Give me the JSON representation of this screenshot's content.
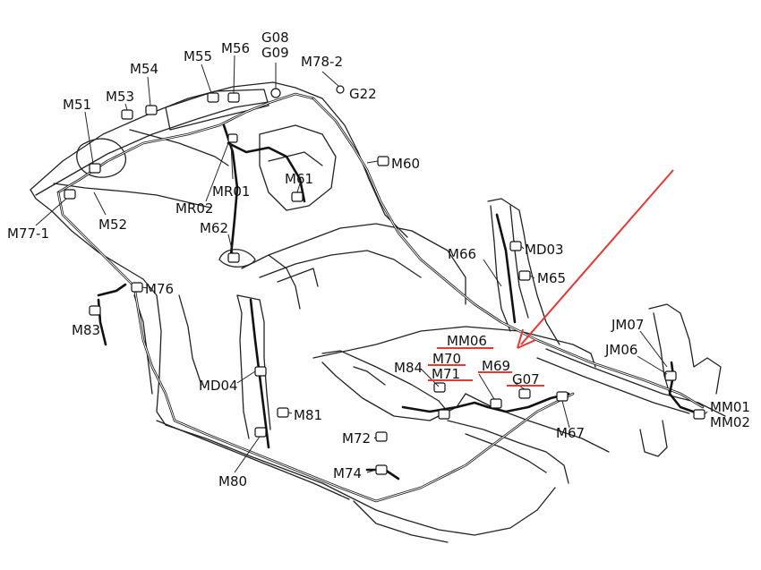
{
  "diagram": {
    "labels": {
      "G08": "G08",
      "G09": "G09",
      "M78_2": "M78-2",
      "G22": "G22",
      "M56": "M56",
      "M55": "M55",
      "M54": "M54",
      "M53": "M53",
      "M51": "M51",
      "M60": "M60",
      "M61": "M61",
      "MR01": "MR01",
      "MR02": "MR02",
      "M52": "M52",
      "M77_1": "M77-1",
      "M62": "M62",
      "M66": "M66",
      "MD03": "MD03",
      "M65": "M65",
      "M76": "M76",
      "M83": "M83",
      "JM07": "JM07",
      "JM06": "JM06",
      "MM06": "MM06",
      "M70": "M70",
      "M71": "M71",
      "M84": "M84",
      "M69": "M69",
      "G07": "G07",
      "MD04": "MD04",
      "M81": "M81",
      "M72": "M72",
      "M67": "M67",
      "MM01": "MM01",
      "MM02": "MM02",
      "M74": "M74",
      "M80": "M80"
    },
    "annotation": {
      "highlight_color": "#e53935",
      "underlined": [
        "MM06",
        "M70",
        "M71",
        "M69",
        "G07"
      ],
      "arrow": "red-arrow pointing to MM06 area"
    }
  }
}
